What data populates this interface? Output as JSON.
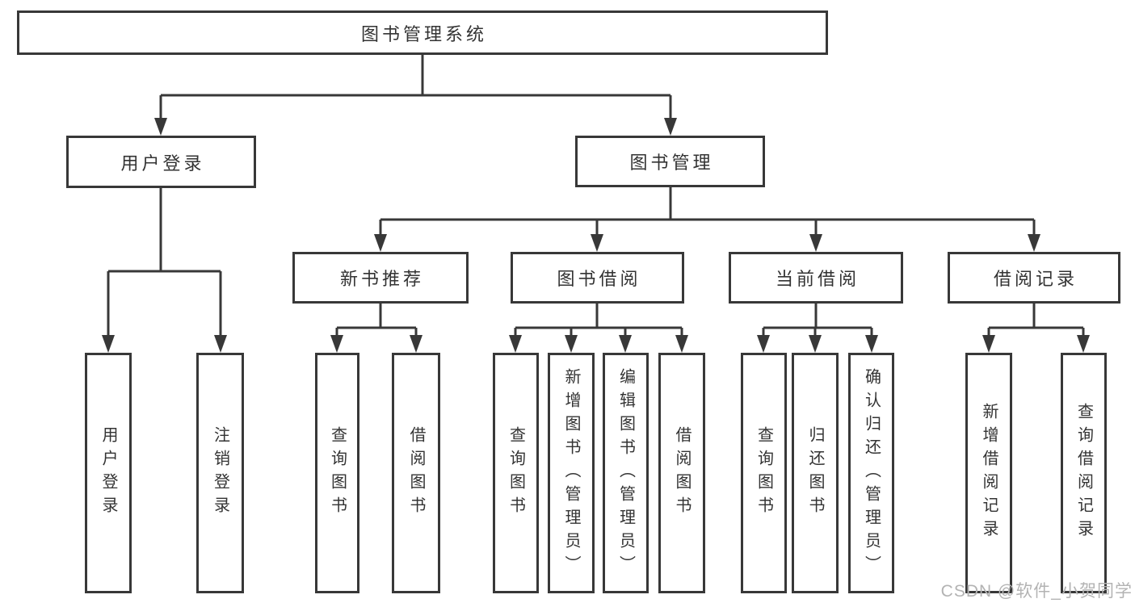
{
  "colors": {
    "line": "#383838",
    "text": "#333333",
    "watermark": "#b3b3b3",
    "background": "#ffffff"
  },
  "watermark": {
    "text": "CSDN @软件_小贺同学"
  },
  "nodes": {
    "root": {
      "id": "library-system",
      "label": "图书管理系统"
    },
    "level2": [
      {
        "id": "user-login",
        "label": "用户登录",
        "parent": "library-system"
      },
      {
        "id": "book-management",
        "label": "图书管理",
        "parent": "library-system"
      }
    ],
    "level3": [
      {
        "id": "new-book-recommend",
        "label": "新书推荐",
        "parent": "book-management"
      },
      {
        "id": "book-borrow",
        "label": "图书借阅",
        "parent": "book-management"
      },
      {
        "id": "current-borrow",
        "label": "当前借阅",
        "parent": "book-management"
      },
      {
        "id": "borrow-records",
        "label": "借阅记录",
        "parent": "book-management"
      }
    ],
    "level4": [
      {
        "id": "user-login-action",
        "label": "用户登录",
        "parent": "user-login"
      },
      {
        "id": "logout",
        "label": "注销登录",
        "parent": "user-login"
      },
      {
        "id": "query-books-recommend",
        "label": "查询图书",
        "parent": "new-book-recommend"
      },
      {
        "id": "borrow-books-recommend",
        "label": "借阅图书",
        "parent": "new-book-recommend"
      },
      {
        "id": "query-books-borrow",
        "label": "查询图书",
        "parent": "book-borrow"
      },
      {
        "id": "add-book-admin",
        "label": "新增图书（管理员）",
        "parent": "book-borrow"
      },
      {
        "id": "edit-book-admin",
        "label": "编辑图书（管理员）",
        "parent": "book-borrow"
      },
      {
        "id": "borrow-books",
        "label": "借阅图书",
        "parent": "book-borrow"
      },
      {
        "id": "query-books-current",
        "label": "查询图书",
        "parent": "current-borrow"
      },
      {
        "id": "return-books",
        "label": "归还图书",
        "parent": "current-borrow"
      },
      {
        "id": "confirm-return-admin",
        "label": "确认归还（管理员）",
        "parent": "current-borrow"
      },
      {
        "id": "add-borrow-record",
        "label": "新增借阅记录",
        "parent": "borrow-records"
      },
      {
        "id": "query-borrow-record",
        "label": "查询借阅记录",
        "parent": "borrow-records"
      }
    ]
  }
}
